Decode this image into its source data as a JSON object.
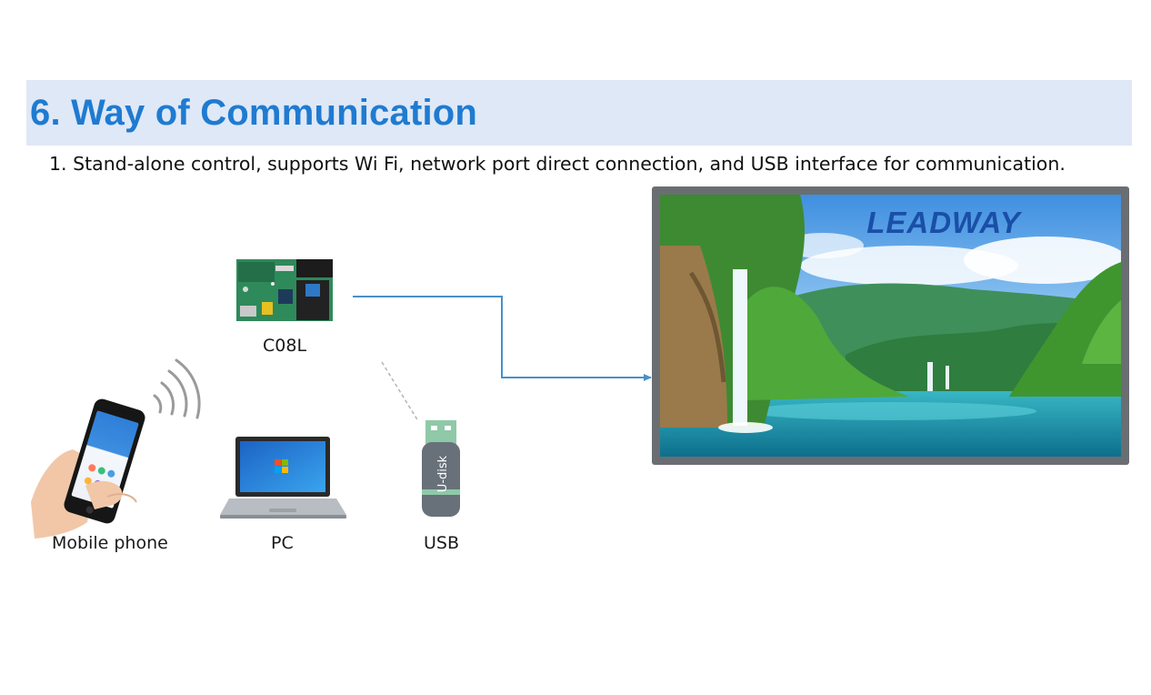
{
  "header": {
    "title": "6. Way of Communication",
    "subtitle": "1. Stand-alone control, supports Wi Fi, network port direct connection, and USB interface for communication."
  },
  "devices": {
    "controller": {
      "label": "C08L",
      "icon": "control-board-icon"
    },
    "mobile": {
      "label": "Mobile phone",
      "icon": "smartphone-wifi-icon"
    },
    "pc": {
      "label": "PC",
      "icon": "laptop-icon"
    },
    "usb": {
      "label": "USB",
      "icon": "usb-drive-icon",
      "stick_text": "U-disk"
    }
  },
  "display": {
    "brand": "LEADWAY",
    "icon": "led-display-icon"
  },
  "colors": {
    "title": "#1f7bd1",
    "banner": "#dfe8f6",
    "connector": "#4a90c8",
    "usb_body": "#68717a",
    "usb_accent": "#8fc9a8"
  }
}
